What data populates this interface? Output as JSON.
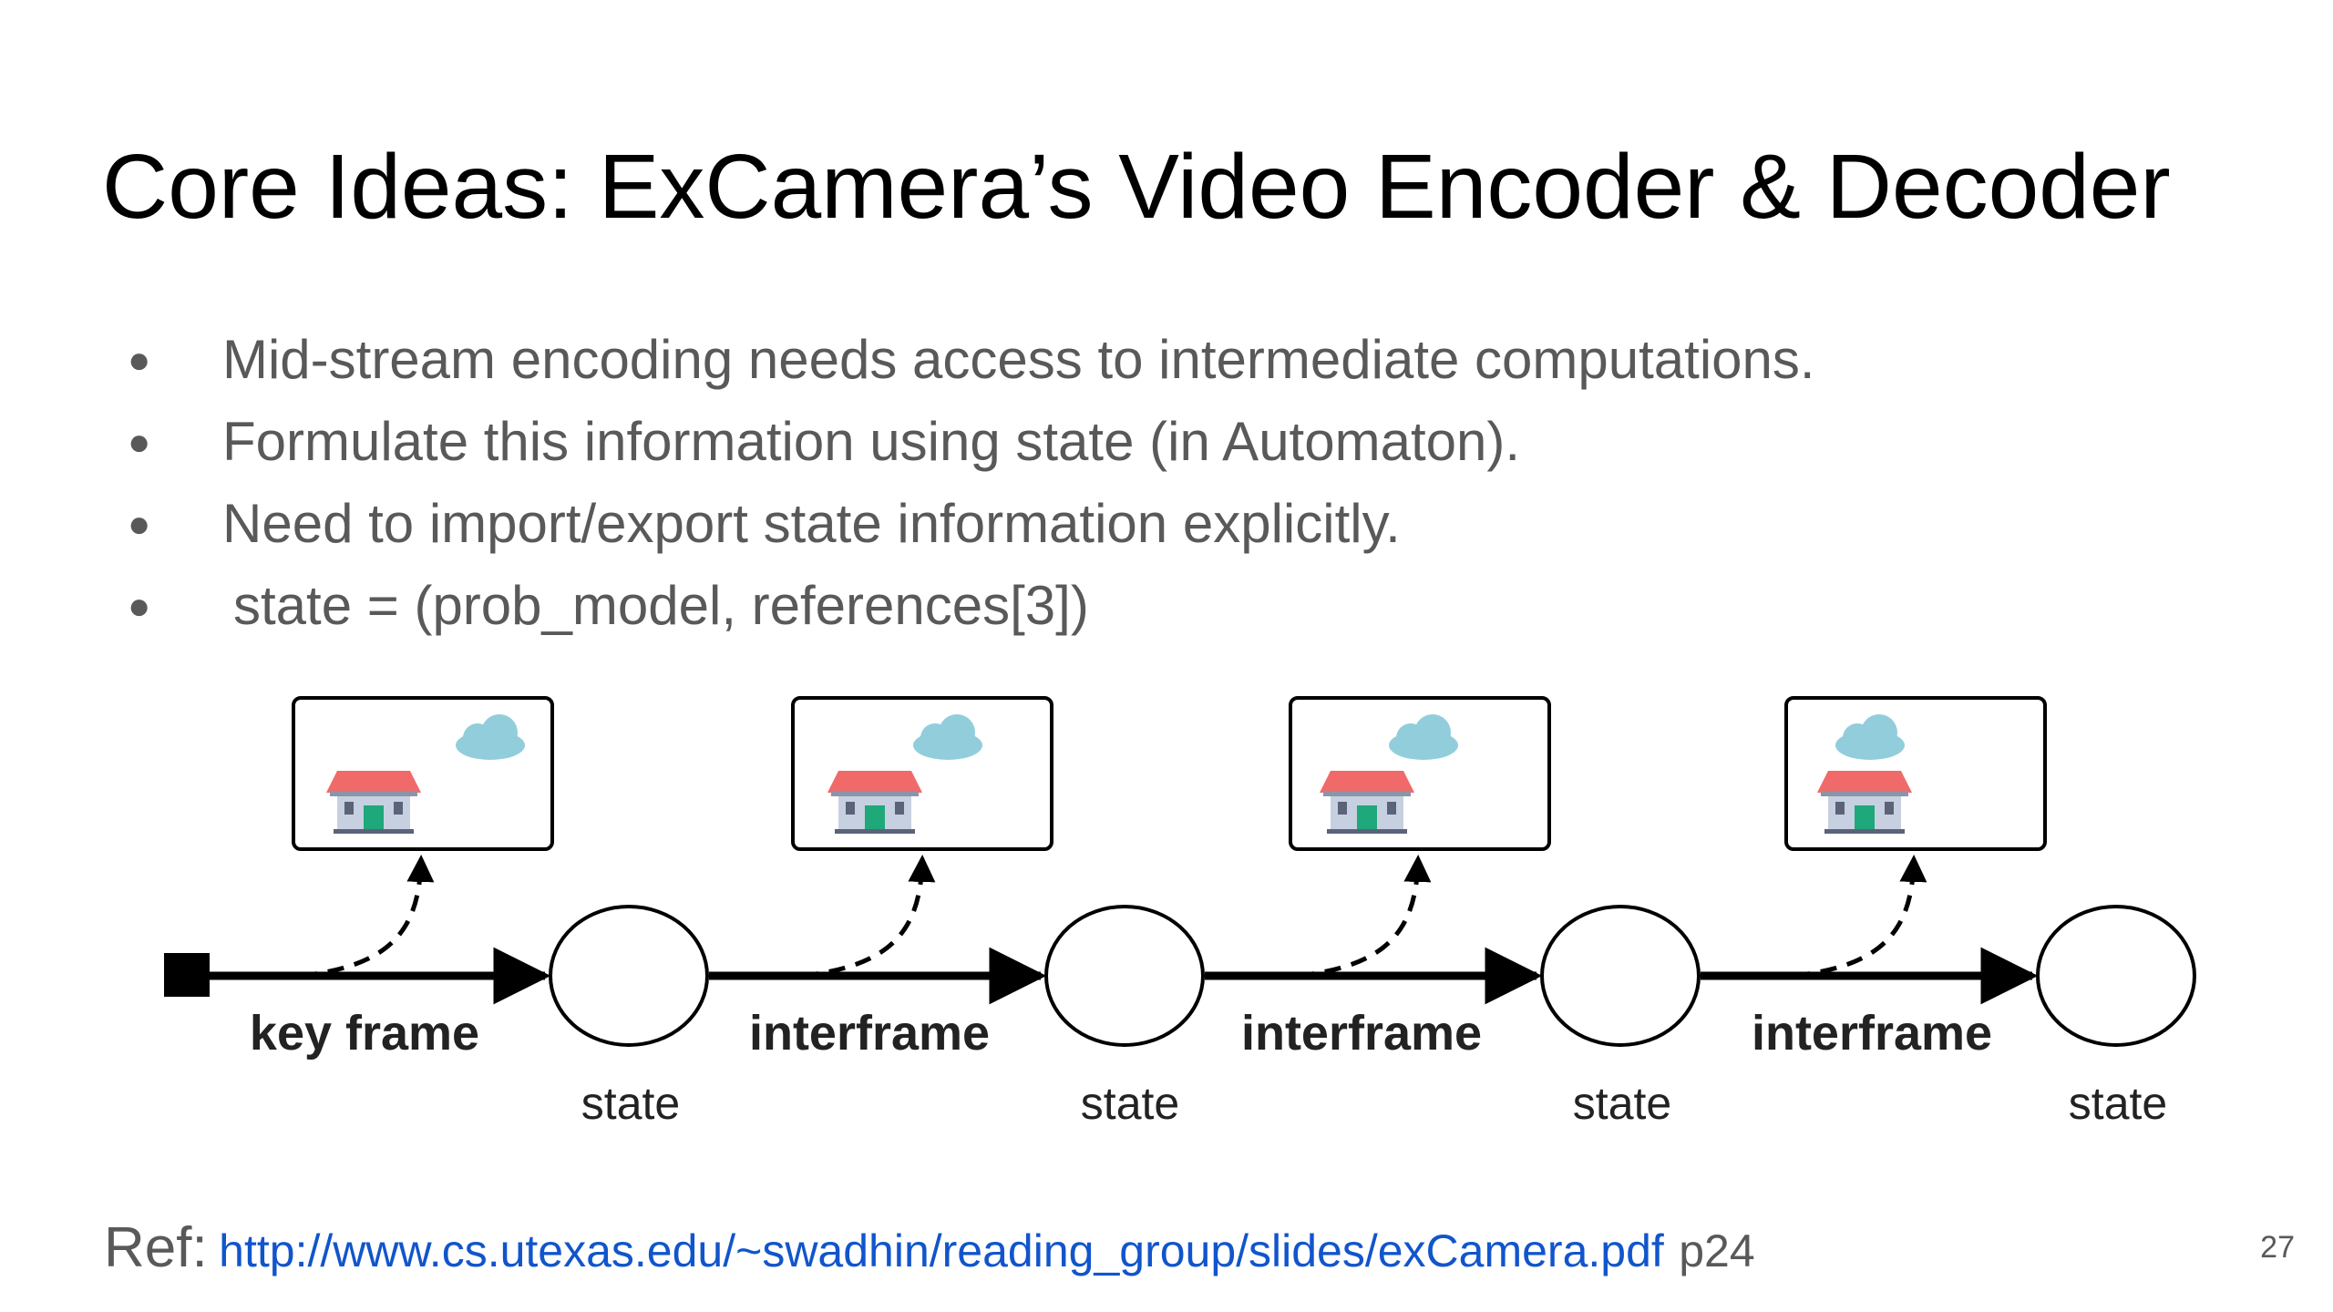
{
  "slide": {
    "title": "Core Ideas: ExCamera’s Video Encoder & Decoder",
    "bullet_symbol": "●",
    "bullets": [
      "Mid-stream encoding needs access to intermediate computations.",
      "Formulate this information using state (in Automaton).",
      "Need to import/export state information explicitly.",
      "state = (prob_model, references[3])"
    ],
    "diagram": {
      "transitions": [
        "key frame",
        "interframe",
        "interframe",
        "interframe"
      ],
      "state_labels": [
        "state",
        "state",
        "state",
        "state"
      ],
      "frame_icons": [
        "house-icon",
        "cloud-icon"
      ],
      "colors": {
        "cloud": "#92cddc",
        "roof": "#f06a6a",
        "door": "#1fa87a",
        "arrow": "#000000"
      }
    },
    "ref": {
      "label": "Ref:",
      "link": "http://www.cs.utexas.edu/~swadhin/reading_group/slides/exCamera.pdf",
      "suffix": "p24"
    },
    "page_number": "27"
  }
}
